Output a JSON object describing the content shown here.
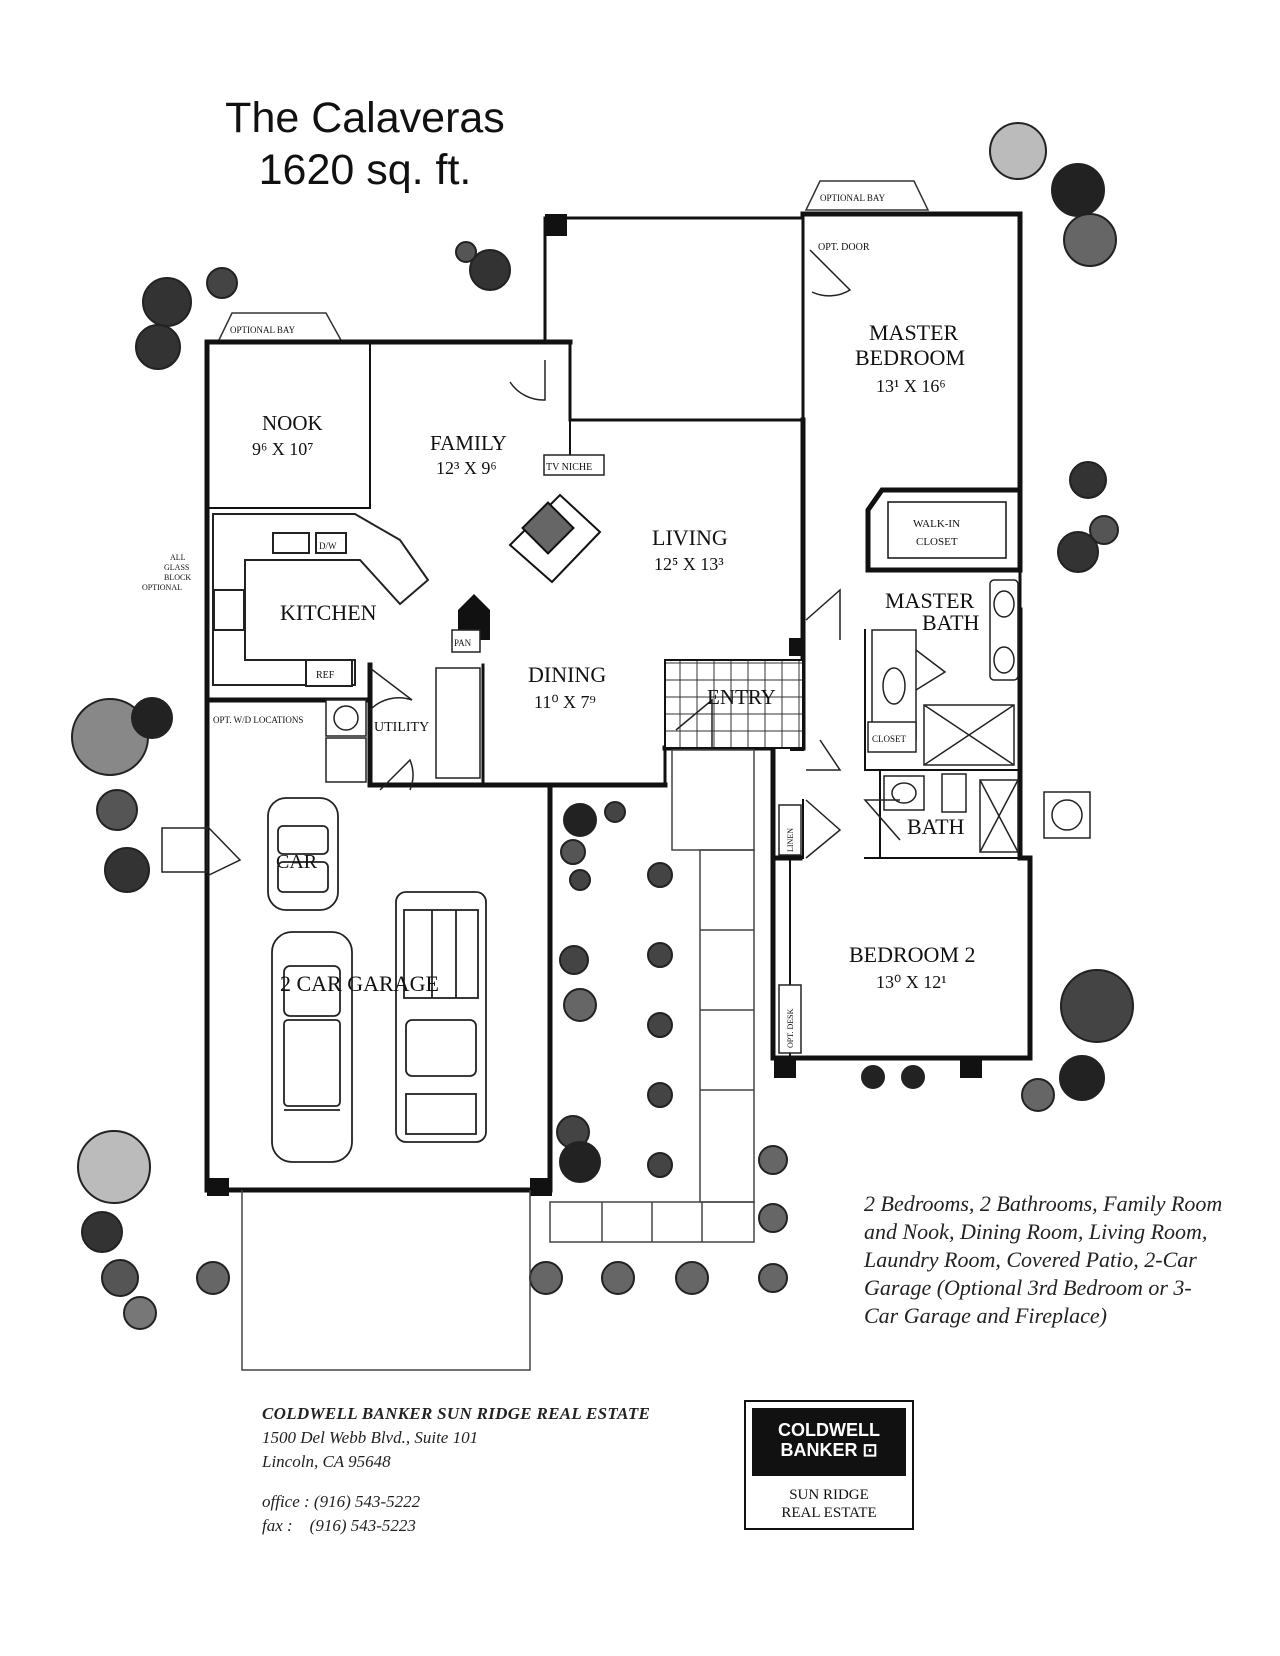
{
  "title": {
    "line1": "The Calaveras",
    "line2": "1620 sq. ft."
  },
  "rooms": {
    "nook": {
      "name": "NOOK",
      "dims": "9⁶ X 10⁷"
    },
    "family": {
      "name": "FAMILY",
      "dims": "12³ X 9⁶"
    },
    "living": {
      "name": "LIVING",
      "dims": "12⁵ X 13³"
    },
    "dining": {
      "name": "DINING",
      "dims": "11⁰ X 7⁹"
    },
    "kitchen": {
      "name": "KITCHEN"
    },
    "master_bedroom": {
      "name1": "MASTER",
      "name2": "BEDROOM",
      "dims": "13¹ X 16⁶"
    },
    "master_bath": {
      "name1": "MASTER",
      "name2": "BATH"
    },
    "walk_in_closet": {
      "name1": "WALK-IN",
      "name2": "CLOSET"
    },
    "bath": {
      "name": "BATH"
    },
    "bedroom2": {
      "name": "BEDROOM 2",
      "dims": "13⁰ X 12¹"
    },
    "entry": {
      "name": "ENTRY"
    },
    "utility": {
      "name": "UTILITY"
    },
    "garage": {
      "name": "2 CAR GARAGE"
    },
    "car": {
      "name": "CAR"
    }
  },
  "small_labels": {
    "optional_bay_left": "OPTIONAL BAY",
    "optional_bay_right": "OPTIONAL BAY",
    "opt_door": "OPT. DOOR",
    "tv_niche": "TV NICHE",
    "pan": "PAN",
    "ref": "REF",
    "dw": "D/W",
    "alt_locations": "OPT. W/D LOCATIONS",
    "linen": "LINEN",
    "closet": "CLOSET",
    "opt_desk": "OPT. DESK",
    "glass_block_1": "ALL",
    "glass_block_2": "GLASS",
    "glass_block_3": "BLOCK",
    "glass_block_4": "OPTIONAL"
  },
  "summary": "2 Bedrooms, 2 Bathrooms, Family Room and Nook, Dining Room, Living Room, Laundry Room, Covered Patio, 2-Car Garage (Optional 3rd Bedroom or 3-Car Garage and Fireplace)",
  "contact": {
    "company": "COLDWELL BANKER SUN RIDGE REAL ESTATE",
    "address1": "1500 Del Webb Blvd., Suite 101",
    "address2": "Lincoln, CA 95648",
    "office": "office : (916) 543-5222",
    "fax": "fax :    (916) 543-5223"
  },
  "logo": {
    "line1": "COLDWELL",
    "line2": "BANKER ⊡",
    "line3": "SUN RIDGE",
    "line4": "REAL ESTATE"
  }
}
